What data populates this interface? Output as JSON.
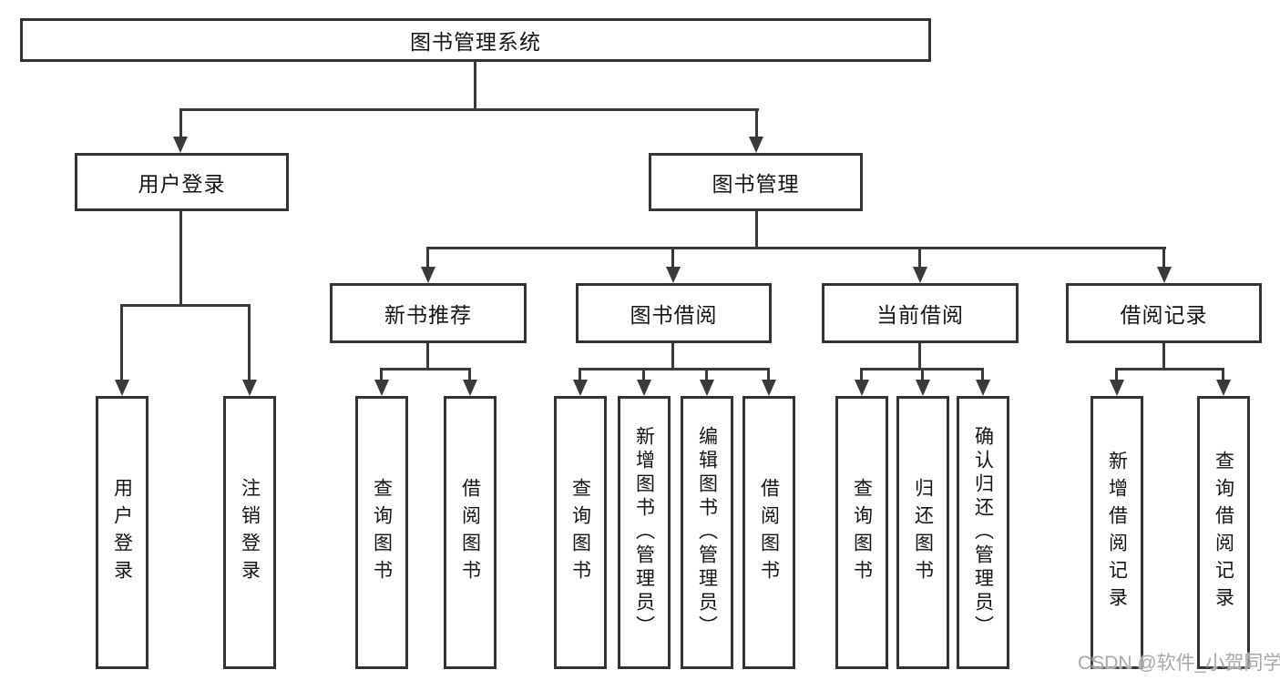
{
  "title": "图书管理系统",
  "branches": {
    "user_login": {
      "label": "用户登录",
      "children": [
        "用户登录",
        "注销登录"
      ]
    },
    "book_mgmt": {
      "label": "图书管理",
      "sections": [
        {
          "label": "新书推荐",
          "children": [
            "查询图书",
            "借阅图书"
          ]
        },
        {
          "label": "图书借阅",
          "children": [
            "查询图书",
            "新增图书（管理员）",
            "编辑图书（管理员）",
            "借阅图书"
          ]
        },
        {
          "label": "当前借阅",
          "children": [
            "查询图书",
            "归还图书",
            "确认归还（管理员）"
          ]
        },
        {
          "label": "借阅记录",
          "children": [
            "新增借阅记录",
            "查询借阅记录"
          ]
        }
      ]
    }
  },
  "watermark": "CSDN @软件_小贺同学",
  "colors": {
    "line": "#3a3a3a",
    "border": "#333333",
    "text": "#141414",
    "watermark": "#a9a9a9"
  }
}
